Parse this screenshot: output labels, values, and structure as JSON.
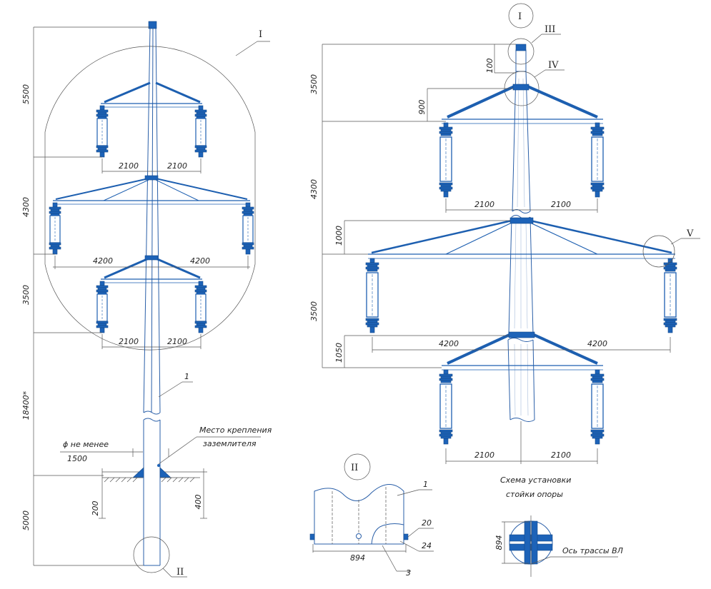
{
  "colors": {
    "line": "#555555",
    "pole": "#2a5fa8",
    "accent": "#1d63b8",
    "background": "#ffffff"
  },
  "left_view": {
    "dims_vertical": [
      "5500",
      "4300",
      "3500",
      "18400*",
      "5000"
    ],
    "dims_horizontal": {
      "top_left": "2100",
      "top_right": "2100",
      "mid_left": "4200",
      "mid_right": "4200",
      "low_left": "2100",
      "low_right": "2100"
    },
    "callout_I": "I",
    "callout_II": "II",
    "pole_label": "1",
    "ground_text_1": "ϕ не менее",
    "ground_text_2": "1500",
    "ground_dims": [
      "200",
      "400"
    ],
    "grounding_note_1": "Место крепления",
    "grounding_note_2": "заземлителя"
  },
  "right_view": {
    "detail_title": "I",
    "callouts": [
      "III",
      "IV",
      "V"
    ],
    "dims_vertical": [
      "3500",
      "100",
      "900",
      "4300",
      "1000",
      "3500",
      "1050"
    ],
    "dims_horizontal": {
      "top_left": "2100",
      "top_right": "2100",
      "mid_left": "4200",
      "mid_right": "4200",
      "low_left": "2100",
      "low_right": "2100"
    }
  },
  "detail_II": {
    "title": "II",
    "labels": [
      "1",
      "20",
      "24",
      "3"
    ],
    "width_dim": "894"
  },
  "scheme": {
    "title_1": "Схема установки",
    "title_2": "стойки опоры",
    "dim": "894",
    "axis_label": "Ось трассы ВЛ"
  }
}
